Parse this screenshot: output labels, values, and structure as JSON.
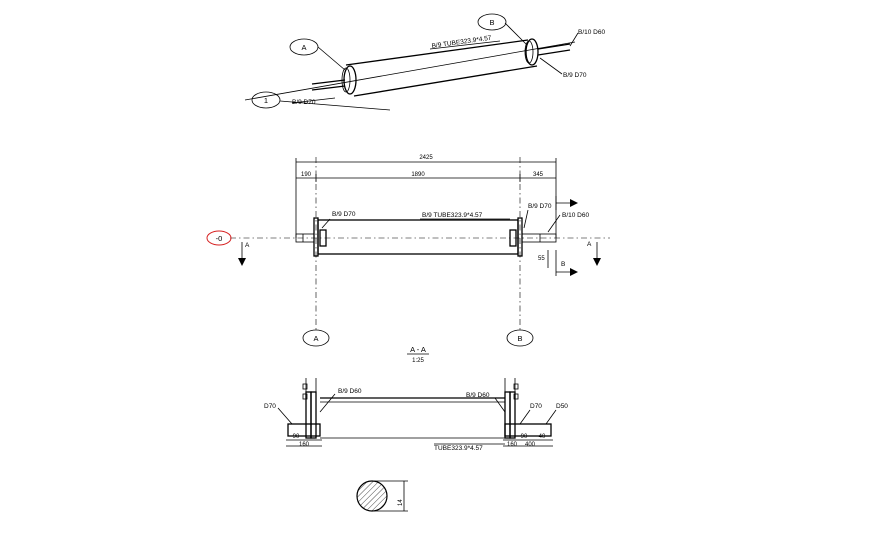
{
  "iso_view": {
    "bubble_a": "A",
    "bubble_b": "B",
    "bubble_1": "1",
    "label_tube": "B/9 TUBE323.9*4.57",
    "label_b10_d60": "B/10 D60",
    "label_b9_d70_right": "B/9 D70",
    "label_b9_d70_left": "B/9 D70"
  },
  "elevation": {
    "dim_total": "2425",
    "dim_left": "190",
    "dim_mid": "1890",
    "dim_right": "345",
    "dim_small": "55",
    "label_b9_d70_left": "B/9 D70",
    "label_tube": "B/9 TUBE323.9*4.57",
    "label_b9_d70_right": "B/9 D70",
    "label_b10_d60": "B/10 D60",
    "level_marker": "-0",
    "section_mark_left": "A",
    "section_mark_right": "A",
    "section_b_mark": "B",
    "grid_a": "A",
    "grid_b": "B"
  },
  "section_title": {
    "title": "A - A",
    "scale": "1:25"
  },
  "section": {
    "label_d70_left": "D70",
    "label_b9_d60_left": "B/9 D60",
    "label_b9_d60_right": "B/9 D60",
    "label_d70_right": "D70",
    "label_d50": "D50",
    "label_tube": "TUBE323.9*4.57",
    "dim_left_a": "90",
    "dim_left_b": "160",
    "dim_right_a": "90",
    "dim_right_b": "160",
    "dim_right_c": "40",
    "dim_right_d": "400"
  },
  "detail": {
    "dim": "14"
  }
}
